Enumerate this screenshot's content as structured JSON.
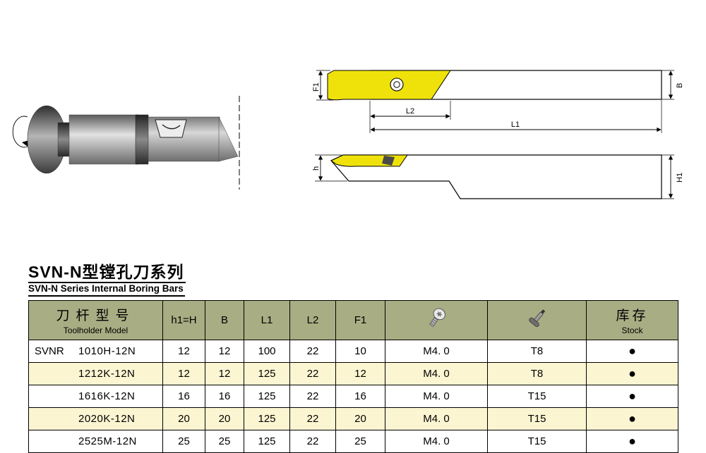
{
  "colors": {
    "insert_yellow": "#efe20a",
    "header_bg": "#a9ad83",
    "alt_row_bg": "#fcf5d2"
  },
  "page": {
    "title": "SVN-N型镗孔刀系列",
    "subtitle": "SVN-N Series Internal Boring Bars"
  },
  "diagram": {
    "labels": {
      "f1": "F1",
      "b": "B",
      "l2": "L2",
      "l1": "L1",
      "h": "h",
      "h1": "H1"
    }
  },
  "table": {
    "headers": {
      "model_cn": "刀杆型号",
      "model_en": "Toolholder Model",
      "h1h": "h1=H",
      "b": "B",
      "l1": "L1",
      "l2": "L2",
      "f1": "F1",
      "stock_cn": "库存",
      "stock_en": "Stock"
    },
    "rows": [
      {
        "prefix": "SVNR",
        "model": "1010H-12N",
        "h1": "12",
        "b": "12",
        "l1": "100",
        "l2": "22",
        "f1": "10",
        "screw": "M4. 0",
        "torx": "T8",
        "stock": "●"
      },
      {
        "prefix": "",
        "model": "1212K-12N",
        "h1": "12",
        "b": "12",
        "l1": "125",
        "l2": "22",
        "f1": "12",
        "screw": "M4. 0",
        "torx": "T8",
        "stock": "●"
      },
      {
        "prefix": "",
        "model": "1616K-12N",
        "h1": "16",
        "b": "16",
        "l1": "125",
        "l2": "22",
        "f1": "16",
        "screw": "M4. 0",
        "torx": "T15",
        "stock": "●"
      },
      {
        "prefix": "",
        "model": "2020K-12N",
        "h1": "20",
        "b": "20",
        "l1": "125",
        "l2": "22",
        "f1": "20",
        "screw": "M4. 0",
        "torx": "T15",
        "stock": "●"
      },
      {
        "prefix": "",
        "model": "2525M-12N",
        "h1": "25",
        "b": "25",
        "l1": "125",
        "l2": "22",
        "f1": "25",
        "screw": "M4. 0",
        "torx": "T15",
        "stock": "●"
      }
    ]
  }
}
